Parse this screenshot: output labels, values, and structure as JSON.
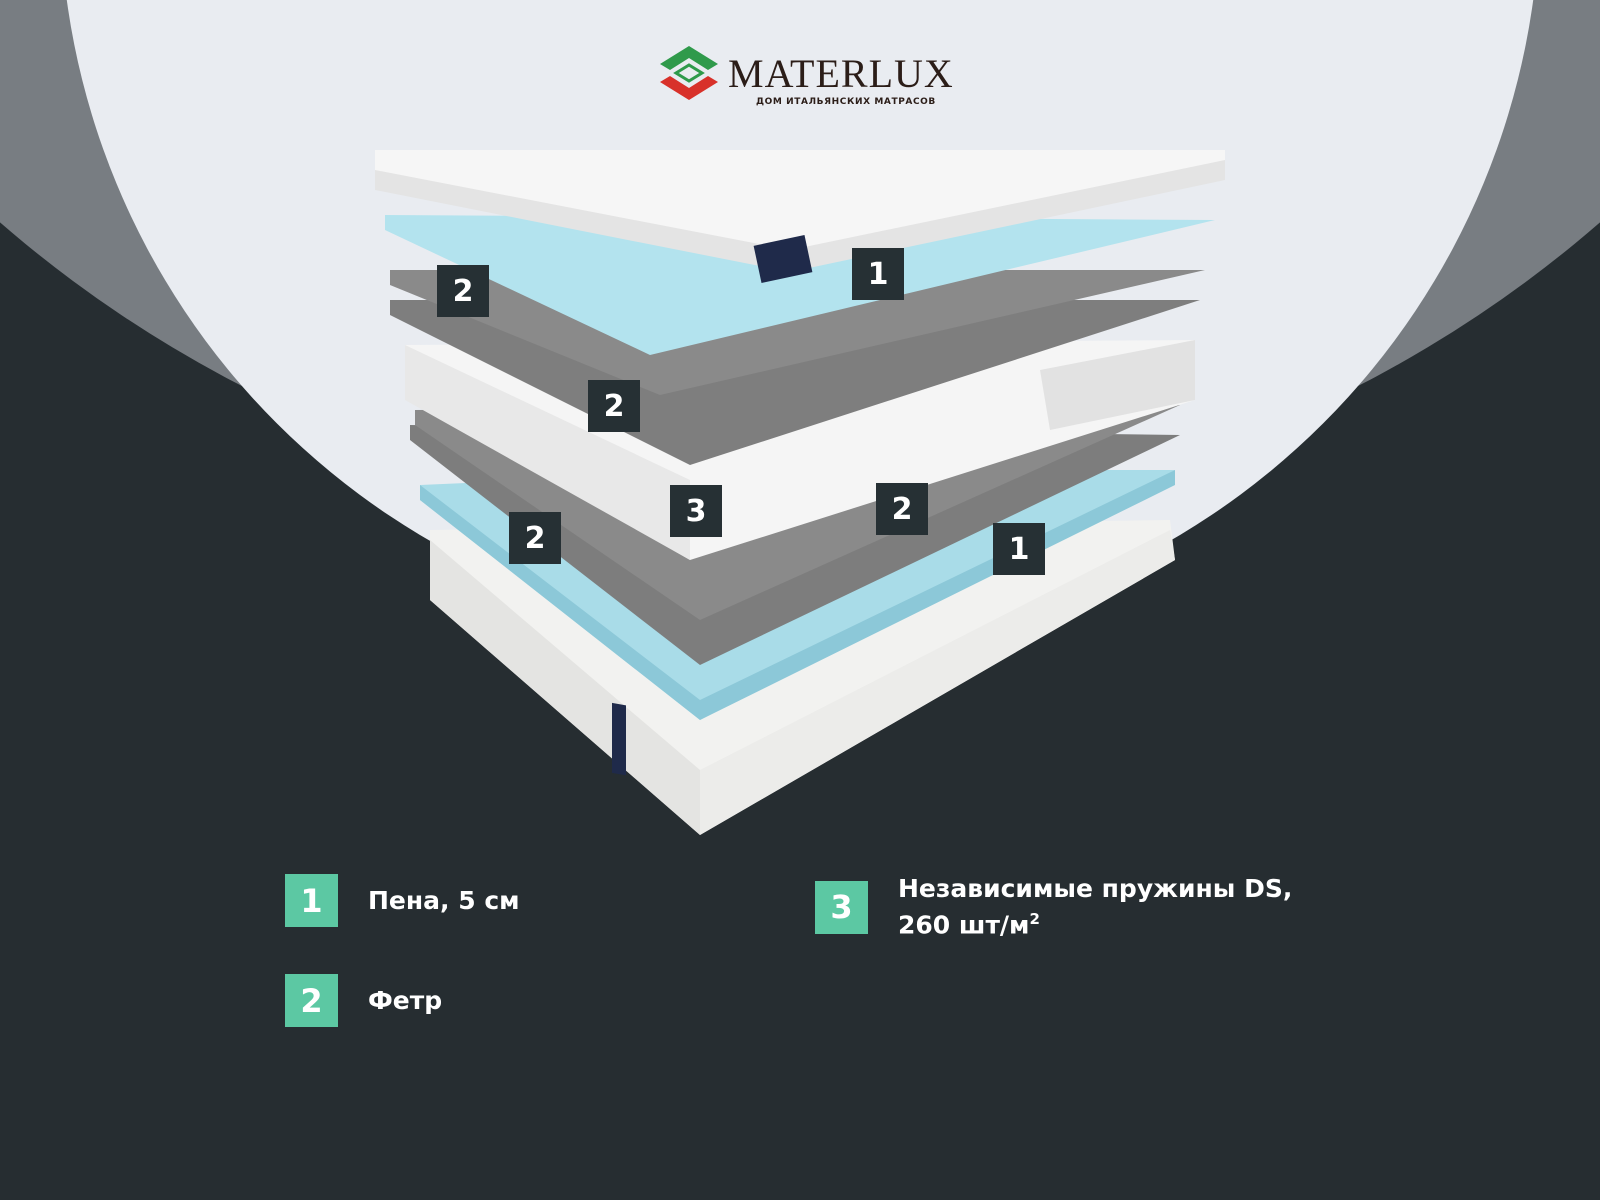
{
  "brand": {
    "name": "MATERLUX",
    "tagline": "ДОМ ИТАЛЬЯНСКИХ МАТРАСОВ",
    "colors": {
      "green": "#2f9a4b",
      "red": "#d8312a"
    }
  },
  "colors": {
    "dark_bg": "#262d31",
    "gray_band": "#787d82",
    "light_arc": "#e9ecf1",
    "legend_accent": "#5cc8a3",
    "foam": "#a9dce8",
    "felt": "#7a7a7a"
  },
  "callouts": [
    {
      "num": "1"
    },
    {
      "num": "2"
    },
    {
      "num": "2"
    },
    {
      "num": "3"
    },
    {
      "num": "2"
    },
    {
      "num": "2"
    },
    {
      "num": "1"
    }
  ],
  "legend": [
    {
      "num": "1",
      "text": "Пена, 5 см"
    },
    {
      "num": "2",
      "text": "Фетр"
    },
    {
      "num": "3",
      "line1": "Независимые пружины DS,",
      "line2": "260 шт/м",
      "sup": "2"
    }
  ]
}
